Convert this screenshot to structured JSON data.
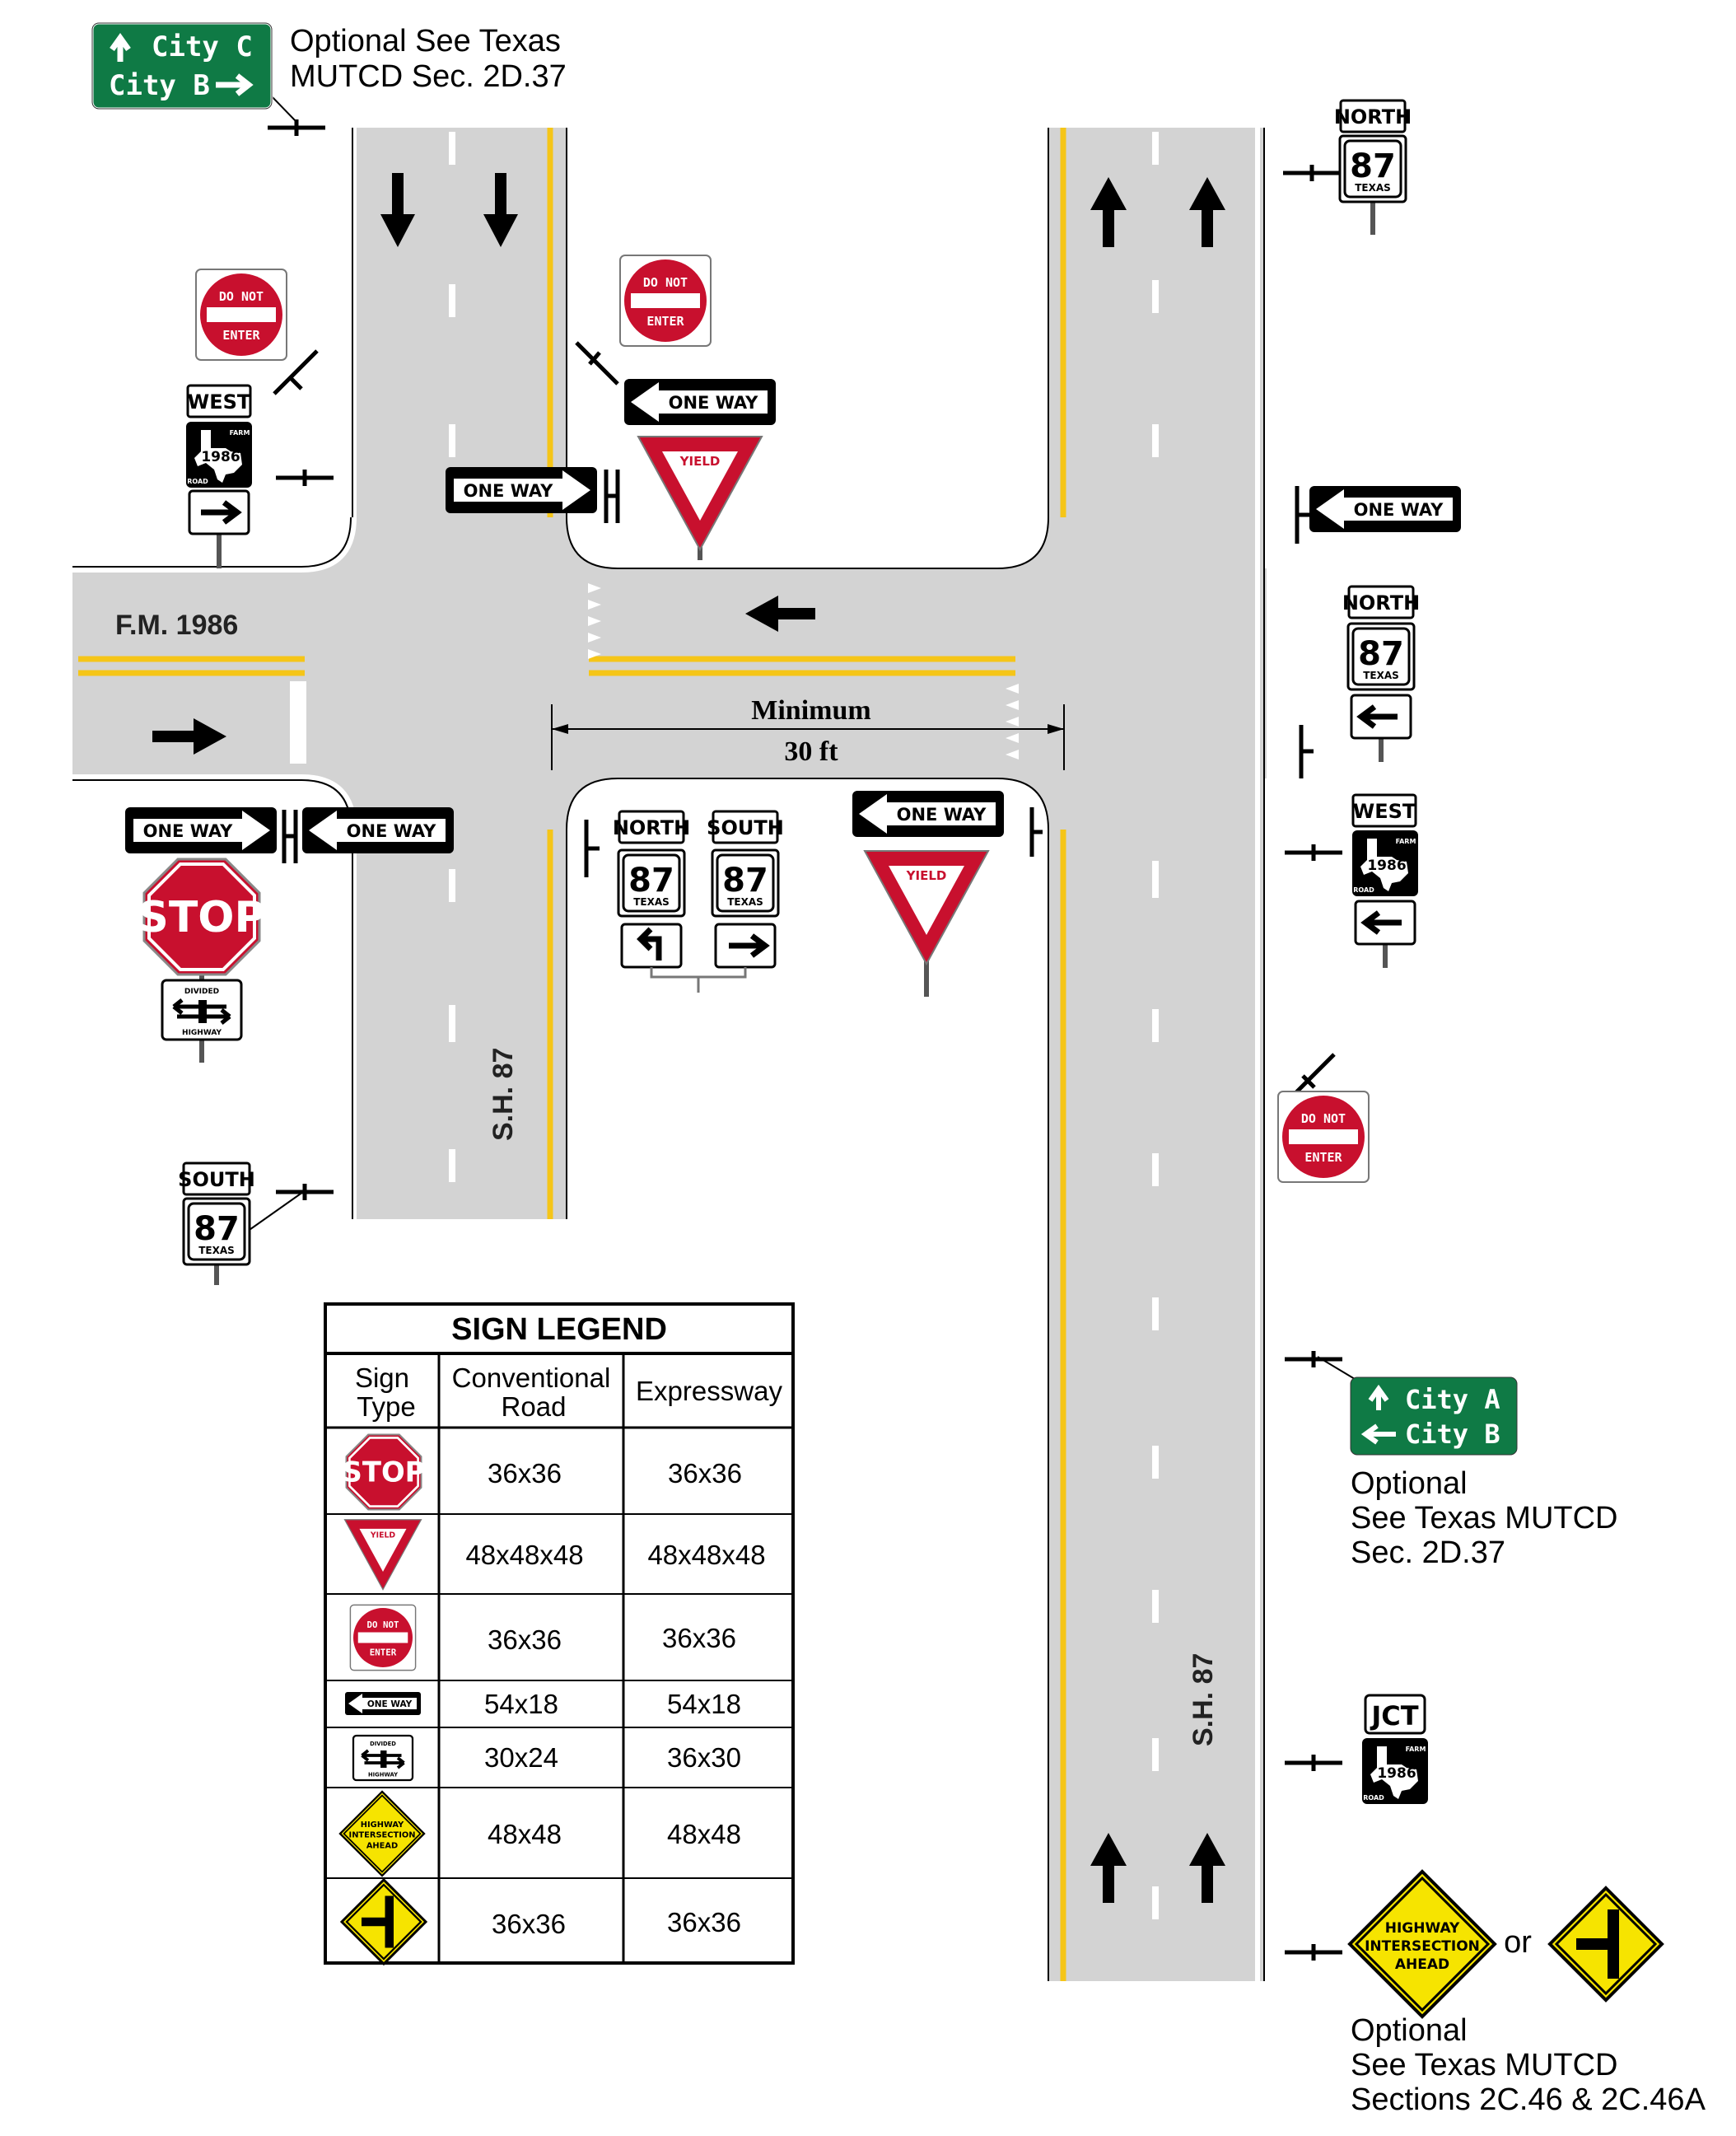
{
  "labels": {
    "fm_road": "F.M. 1986",
    "sh_left": "S.H. 87",
    "sh_right": "S.H. 87",
    "minimum": "Minimum",
    "distance": "30 ft",
    "note_top_1": "Optional See Texas",
    "note_top_2": "MUTCD Sec. 2D.37",
    "note_mid_1": "Optional",
    "note_mid_2": "See Texas MUTCD",
    "note_mid_3": "Sec. 2D.37",
    "note_bot_1": "Optional",
    "note_bot_2": "See Texas MUTCD",
    "note_bot_3": "Sections 2C.46 & 2C.46A",
    "or": "or"
  },
  "signs": {
    "city_c": "City C",
    "city_b": "City B",
    "city_a": "City A",
    "do_not": "DO NOT",
    "enter": "ENTER",
    "one_way": "ONE WAY",
    "yield": "YIELD",
    "stop": "STOP",
    "north": "NORTH",
    "south": "SOUTH",
    "west": "WEST",
    "jct": "JCT",
    "route_87": "87",
    "texas": "TEXAS",
    "farm": "FARM",
    "road": "ROAD",
    "fm_number": "1986",
    "divided": "DIVIDED",
    "highway": "HIGHWAY",
    "highway_intersection_1": "HIGHWAY",
    "highway_intersection_2": "INTERSECTION",
    "highway_intersection_3": "AHEAD"
  },
  "legend": {
    "title": "SIGN LEGEND",
    "col_sign_1": "Sign",
    "col_sign_2": "Type",
    "col_conv_1": "Conventional",
    "col_conv_2": "Road",
    "col_exp": "Expressway",
    "rows": [
      {
        "sign": "stop",
        "conventional": "36x36",
        "expressway": "36x36"
      },
      {
        "sign": "yield",
        "conventional": "48x48x48",
        "expressway": "48x48x48"
      },
      {
        "sign": "do-not-enter",
        "conventional": "36x36",
        "expressway": "36x36"
      },
      {
        "sign": "one-way",
        "conventional": "54x18",
        "expressway": "54x18"
      },
      {
        "sign": "divided-highway",
        "conventional": "30x24",
        "expressway": "36x30"
      },
      {
        "sign": "highway-intersection-ahead",
        "conventional": "48x48",
        "expressway": "48x48"
      },
      {
        "sign": "side-road-warning",
        "conventional": "36x36",
        "expressway": "36x36"
      }
    ]
  },
  "colors": {
    "road": "#d3d3d3",
    "yellow_line": "#f5c518",
    "guide_green": "#0f7a45",
    "regulatory_red": "#c8102e",
    "warning_yellow": "#f6e400"
  }
}
